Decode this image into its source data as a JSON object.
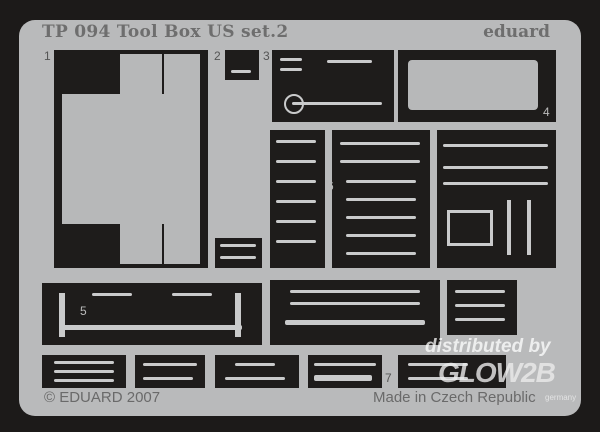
{
  "header": {
    "title": "TP 094  Tool Box US set.2",
    "brand": "eduard"
  },
  "part_numbers": [
    "1",
    "2",
    "3",
    "4",
    "5",
    "6",
    "7"
  ],
  "footer": {
    "copyright": "© EDUARD 2007",
    "origin": "Made in Czech Republic"
  },
  "watermark": {
    "line1": "distributed by",
    "line2": "GLOW2B",
    "line3": "germany"
  },
  "colors": {
    "background": "#1c1a19",
    "plate": "#b9babb",
    "cutout": "#1e1c1b"
  }
}
